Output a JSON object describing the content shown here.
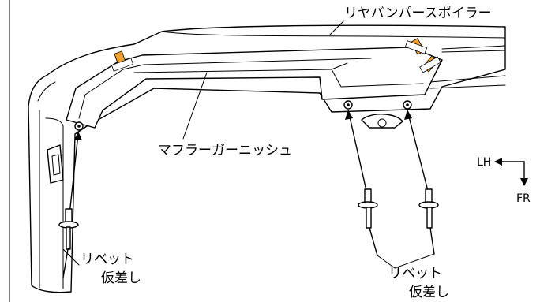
{
  "labels": {
    "rear_spoiler": "リヤバンパースポイラー",
    "muffler_garnish": "マフラーガーニッシュ",
    "rivet_left_line1": "リベット",
    "rivet_left_line2": "仮差し",
    "rivet_right_line1": "リベット",
    "rivet_right_line2": "仮差し"
  },
  "orientation": {
    "lh": "LH",
    "fr": "FR"
  },
  "colors": {
    "tape": "#f0a030",
    "line": "#000000"
  }
}
